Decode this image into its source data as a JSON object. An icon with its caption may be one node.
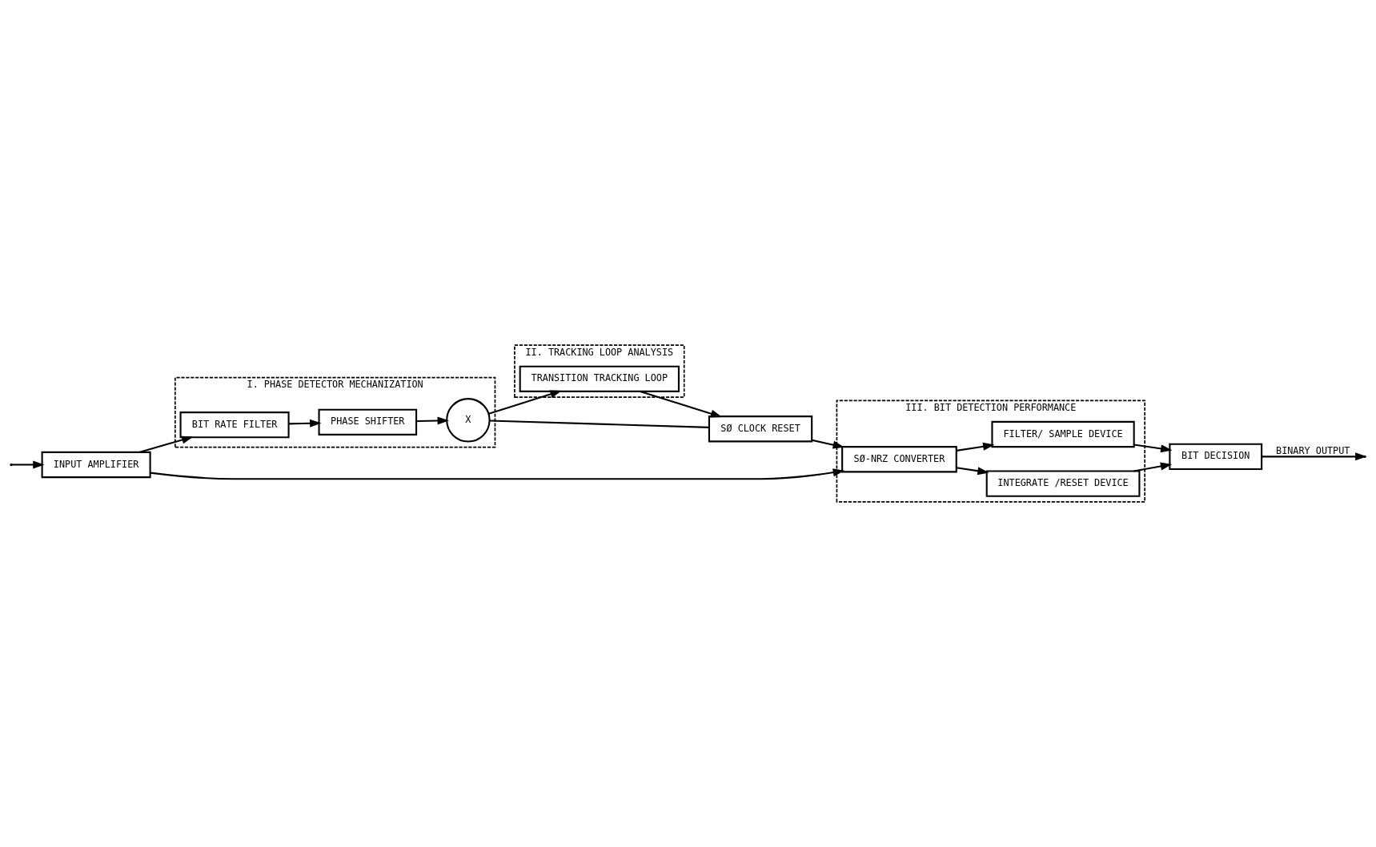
{
  "diagram": {
    "nodes": [
      {
        "text": [
          "I. PHASE DETECTOR MECHANIZATION"
        ]
      },
      {
        "text": [
          "II. TRACKING LOOP ANALYSIS"
        ]
      },
      {
        "text": [
          "III. BIT DETECTION PERFORMANCE"
        ]
      },
      {
        "text": [
          "INPUT AMPLIFIER"
        ]
      },
      {
        "text": [
          "BIT RATE FILTER"
        ],
        "in": 0
      },
      {
        "text": [
          "PHASE SHIFTER"
        ],
        "in": 0
      },
      {
        "text": [
          "X"
        ],
        "in": 0
      },
      {
        "text": [
          "TRANSITION TRACKING LOOP"
        ],
        "in": 1
      },
      {
        "text": [
          "SØ CLOCK RESET"
        ]
      },
      {
        "text": [
          "SØ-NRZ CONVERTER"
        ],
        "in": 2
      },
      {
        "text": [
          "FILTER/ SAMPLE DEVICE"
        ],
        "in": 2
      },
      {
        "text": [
          "INTEGRATE /RESET DEVICE"
        ],
        "in": 2
      },
      {
        "text": [
          "BIT DECISION"
        ]
      }
    ],
    "edges": [
      {
        "from": null,
        "to": 3,
        "arrow": "to"
      },
      {
        "from": 3,
        "to": 4,
        "arrow": "to"
      },
      {
        "from": 3,
        "to": 9,
        "arrow": "to"
      },
      {
        "from": 4,
        "to": 5,
        "arrow": "to"
      },
      {
        "from": 5,
        "to": 6,
        "arrow": "to"
      },
      {
        "from": 6,
        "to": 7,
        "arrow": "to"
      },
      {
        "from": 6,
        "to": 8,
        "arrow": "none"
      },
      {
        "from": 7,
        "to": 8,
        "arrow": "to"
      },
      {
        "from": 8,
        "to": 9,
        "arrow": "to"
      },
      {
        "from": 9,
        "to": 10,
        "arrow": "to"
      },
      {
        "from": 9,
        "to": 11,
        "arrow": "to"
      },
      {
        "from": 10,
        "to": 12,
        "arrow": "to"
      },
      {
        "from": 11,
        "to": 12,
        "arrow": "to"
      },
      {
        "from": 12,
        "to": null,
        "arrow": "to",
        "label": "BINARY OUTPUT"
      }
    ]
  }
}
